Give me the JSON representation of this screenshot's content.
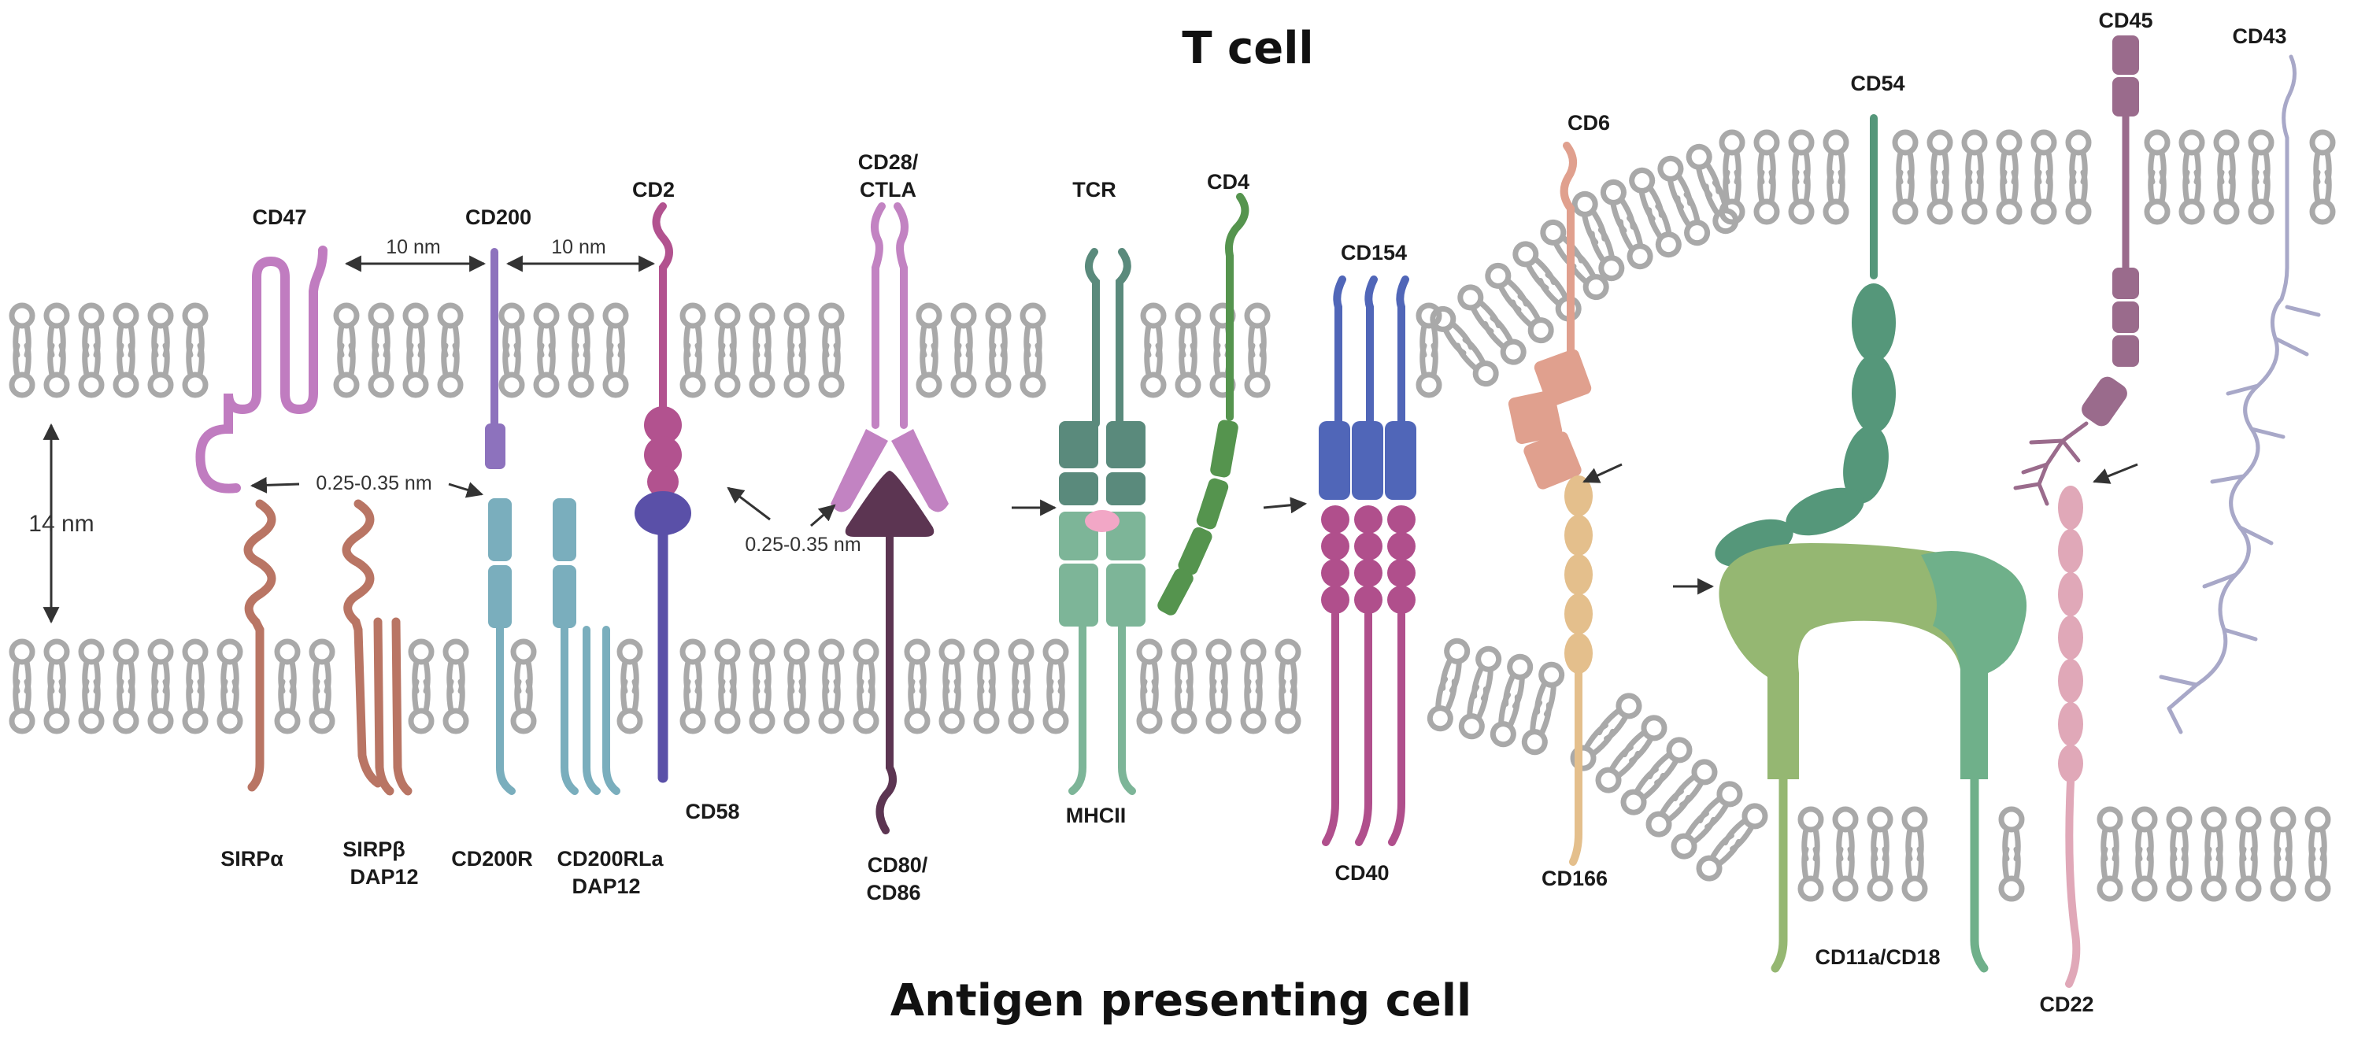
{
  "cells": {
    "top": "T cell",
    "bottom": "Antigen presenting cell"
  },
  "molecules": {
    "cd47": "CD47",
    "cd200": "CD200",
    "cd2": "CD2",
    "cd28": [
      "CD28/",
      "CTLA"
    ],
    "tcr": "TCR",
    "cd4": "CD4",
    "cd154": "CD154",
    "cd6": "CD6",
    "cd54": "CD54",
    "cd45": "CD45",
    "cd43": "CD43",
    "sirpa": "SIRPα",
    "sirpb": [
      "SIRPβ",
      "DAP12"
    ],
    "cd200r": "CD200R",
    "cd200rla": [
      "CD200RLa",
      "DAP12"
    ],
    "cd58": "CD58",
    "cd80": [
      "CD80/",
      "CD86"
    ],
    "mhcii": "MHCII",
    "cd40": "CD40",
    "cd166": "CD166",
    "cd11a": "CD11a/CD18",
    "cd22": "CD22"
  },
  "measurements": {
    "gap_left": "10 nm",
    "gap_right": "10 nm",
    "distance_left": "0.25-0.35 nm",
    "distance_center": "0.25-0.35 nm",
    "height": "14 nm"
  },
  "colors": {
    "membrane": "#a9a9a9",
    "cd47": "#c07cc0",
    "sirp": "#b97564",
    "cd200": "#8d72bd",
    "cd200r": "#7aaebd",
    "cd2": "#b2528f",
    "cd58": "#5a50a8",
    "cd28": "#c283c2",
    "cd80": "#5c3552",
    "tcr": "#5a8a7c",
    "mhcii": "#7db598",
    "cd4": "#55944e",
    "cd154": "#5066b8",
    "cd40": "#b04f8c",
    "cd6": "#e0a08e",
    "cd166": "#e4bf8c",
    "cd54": "#55977a",
    "lfa1": "#95b772",
    "cd45": "#9a6b8c",
    "cd22": "#e0a8b8",
    "cd43": "#a8a8c8"
  }
}
